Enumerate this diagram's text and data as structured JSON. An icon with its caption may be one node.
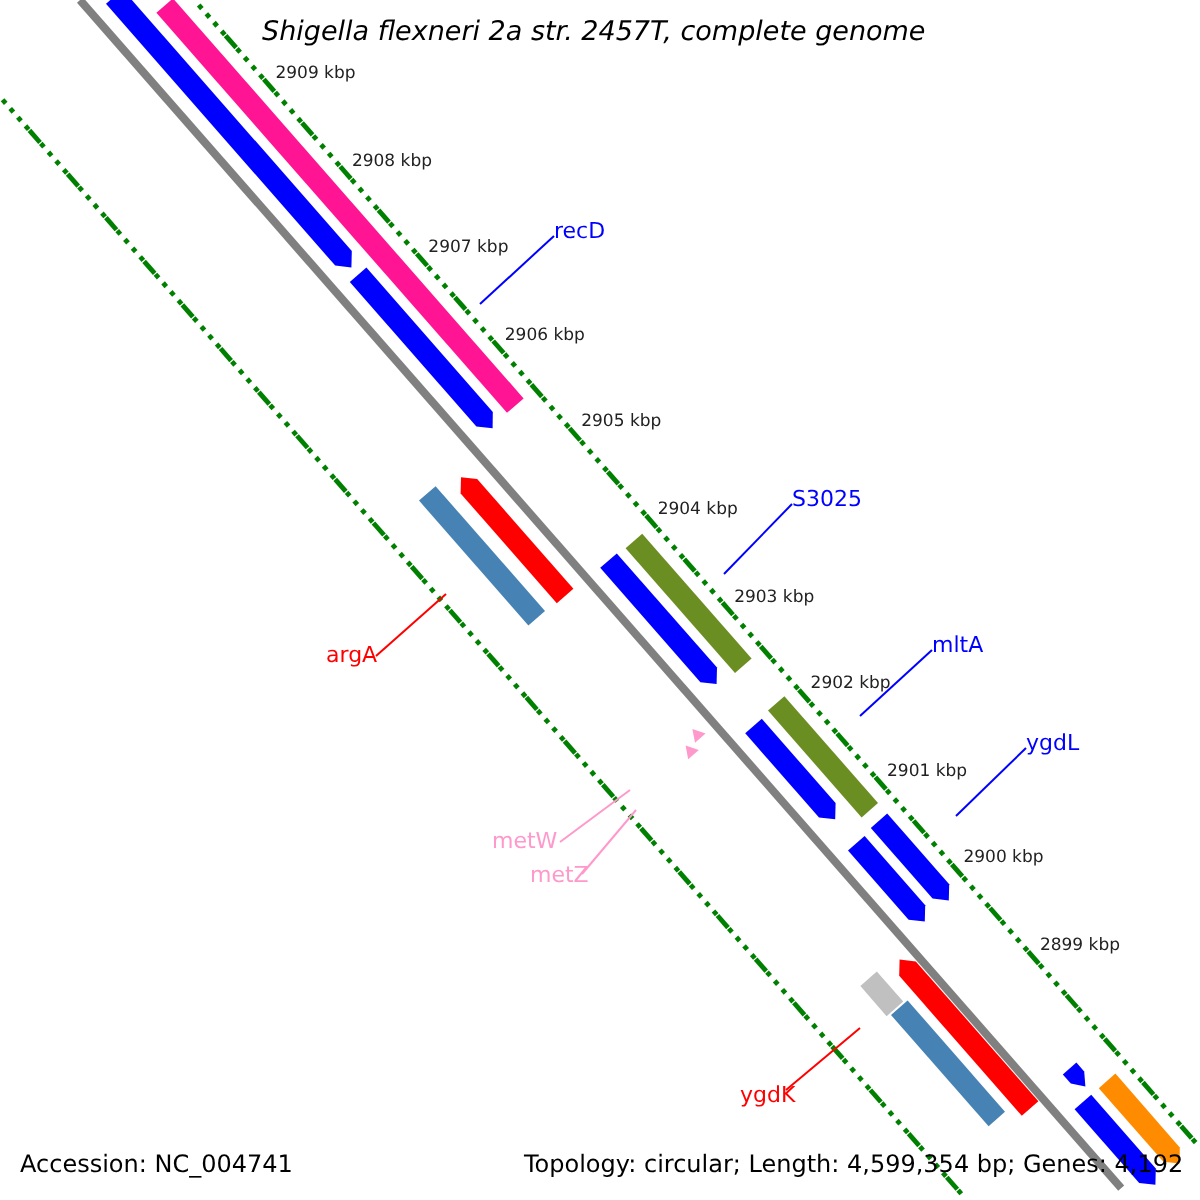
{
  "diagram": {
    "title": "Shigella flexneri 2a str. 2457T, complete genome",
    "nodes": [
      {
        "text": [
          "recD"
        ]
      },
      {
        "text": [
          "S3025"
        ]
      },
      {
        "text": [
          "mltA"
        ]
      },
      {
        "text": [
          "ygdL"
        ]
      },
      {
        "text": [
          "argA"
        ]
      },
      {
        "text": [
          "metW"
        ]
      },
      {
        "text": [
          "metZ"
        ]
      },
      {
        "text": [
          "ygdK"
        ]
      }
    ],
    "edges": [
      {
        "from": 0,
        "to": null,
        "arrow": "none"
      },
      {
        "from": 1,
        "to": null,
        "arrow": "none"
      },
      {
        "from": 2,
        "to": null,
        "arrow": "none"
      },
      {
        "from": 3,
        "to": null,
        "arrow": "none"
      },
      {
        "from": 4,
        "to": null,
        "arrow": "none",
        "color": "#ff0000"
      },
      {
        "from": 5,
        "to": null,
        "arrow": "none",
        "color": "#ff99cc"
      },
      {
        "from": 6,
        "to": null,
        "arrow": "none",
        "color": "#ff99cc"
      },
      {
        "from": 7,
        "to": null,
        "arrow": "none",
        "color": "#ff0000"
      }
    ],
    "labels": [
      "2909 kbp",
      "2908 kbp",
      "2907 kbp",
      "2906 kbp",
      "2905 kbp",
      "2904 kbp",
      "2903 kbp",
      "2902 kbp",
      "2901 kbp",
      "2900 kbp",
      "2899 kbp",
      "Accession: NC_004741",
      "Topology: circular; Length: 4,599,354 bp; Genes: 4,192"
    ]
  }
}
